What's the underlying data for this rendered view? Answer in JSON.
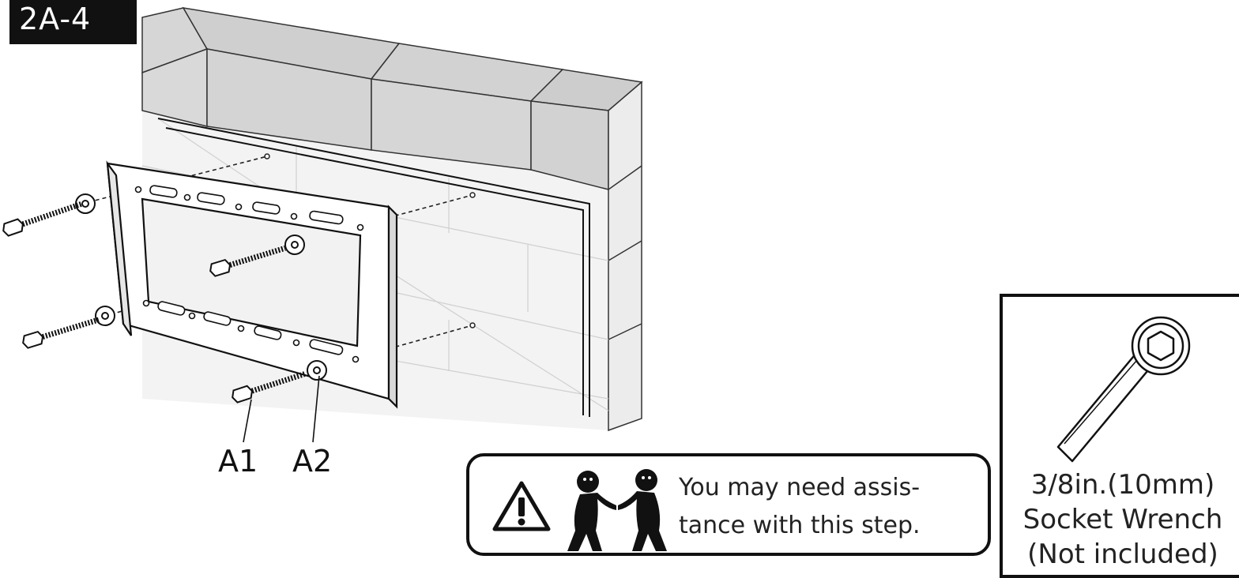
{
  "step": {
    "label": "2A-4"
  },
  "parts": {
    "screw_label": "A1",
    "washer_label": "A2"
  },
  "notice": {
    "icons": [
      "warning-triangle-icon",
      "two-people-icon"
    ],
    "line1": "You may need assis-",
    "line2": "tance with this step."
  },
  "tool": {
    "icon": "socket-wrench-icon",
    "line1": "3/8in.(10mm)",
    "line2": "Socket Wrench",
    "line3": "(Not included)"
  }
}
